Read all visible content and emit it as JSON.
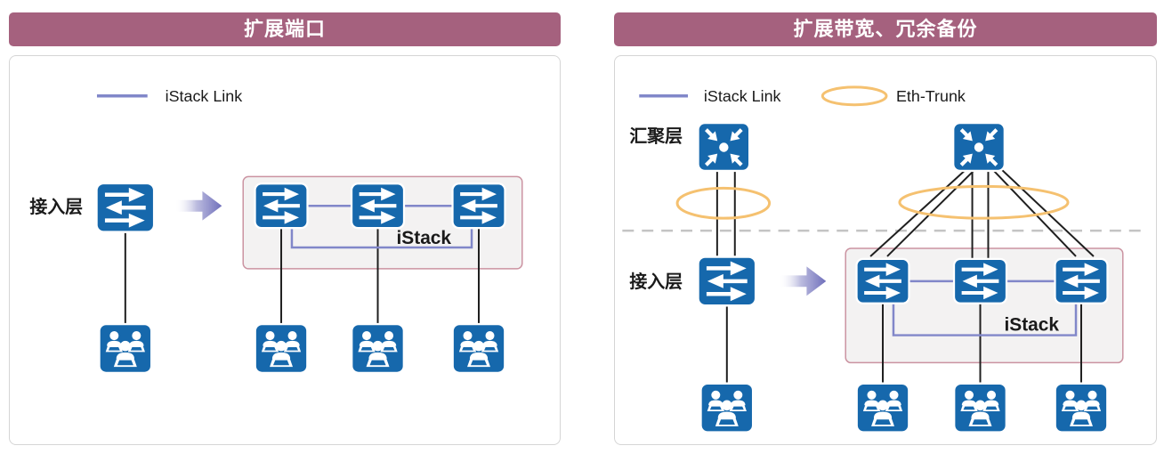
{
  "panels": {
    "left": {
      "title": "扩展端口",
      "legend": {
        "istack_link": "iStack Link"
      },
      "labels": {
        "access_layer": "接入层",
        "istack": "iStack"
      },
      "structure": {
        "before": {
          "access_switches": 1,
          "client_groups": 1
        },
        "after": {
          "stacked_access_switches": 3,
          "client_groups": 3,
          "stack_name": "iStack"
        }
      }
    },
    "right": {
      "title": "扩展带宽、冗余备份",
      "legend": {
        "istack_link": "iStack Link",
        "eth_trunk": "Eth-Trunk"
      },
      "labels": {
        "aggregation_layer": "汇聚层",
        "access_layer": "接入层",
        "istack": "iStack"
      },
      "structure": {
        "before": {
          "aggregation_switches": 1,
          "uplinks": 2,
          "access_switches": 1,
          "client_groups": 1
        },
        "after": {
          "aggregation_switches": 1,
          "uplinks": 6,
          "stacked_access_switches": 3,
          "client_groups": 3,
          "stack_name": "iStack"
        }
      }
    }
  },
  "icons": {
    "access_switch": "switch-icon",
    "aggregation_switch": "aggregation-switch-icon",
    "client_group": "user-group-icon",
    "transform_arrow": "right-block-arrow-icon",
    "eth_trunk": "eth-trunk-ellipse-icon",
    "istack_link": "istack-link-line-icon"
  },
  "colors": {
    "header_bg": "#a5617e",
    "header_text": "#ffffff",
    "device_blue": "#1668ac",
    "istack_link_purple": "#8187c9",
    "eth_trunk_orange": "#f5c170",
    "stack_box_fill": "#f3f2f2",
    "stack_box_border": "#cb93a1",
    "connection_black": "#1f1f1f",
    "dashed_separator": "#c4c4c4",
    "panel_border": "#d5d5d5"
  }
}
